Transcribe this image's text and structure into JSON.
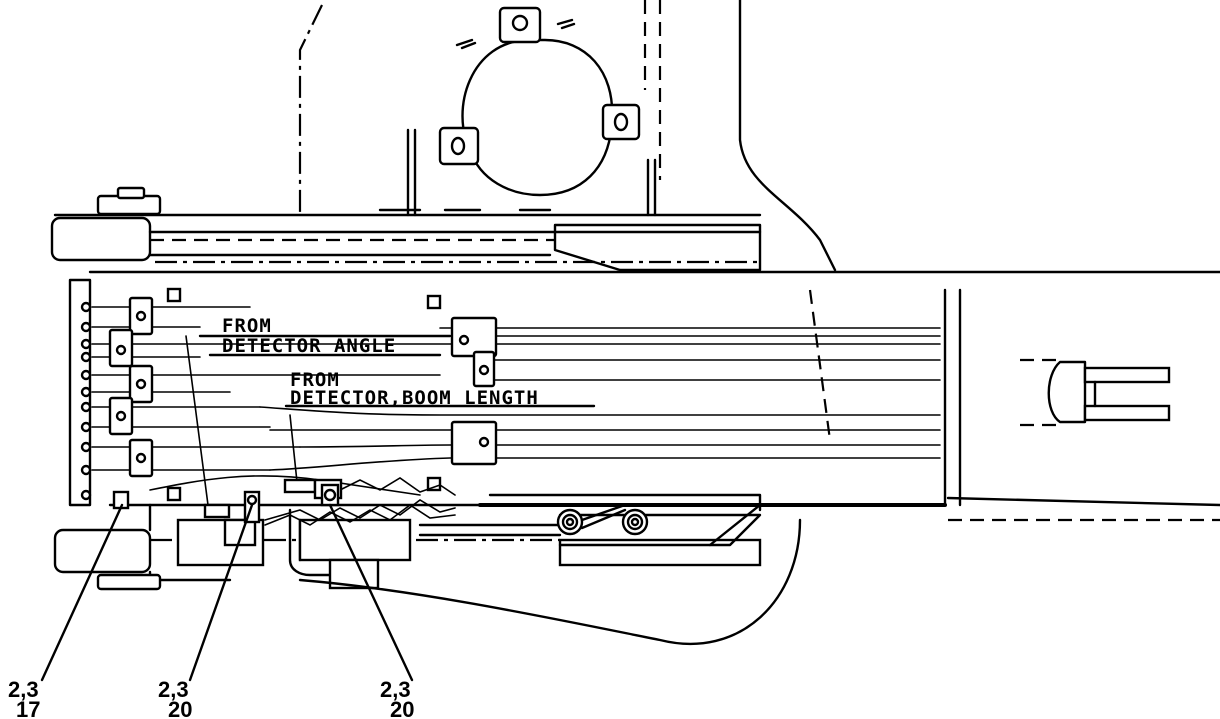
{
  "labels": {
    "from_1": "FROM",
    "detector_angle": "DETECTOR ANGLE",
    "from_2": "FROM",
    "detector_boom_length": "DETECTOR,BOOM LENGTH"
  },
  "callouts": [
    {
      "top": "2,3",
      "bottom": "17"
    },
    {
      "top": "2,3",
      "bottom": "20"
    },
    {
      "top": "2,3",
      "bottom": "20"
    }
  ]
}
